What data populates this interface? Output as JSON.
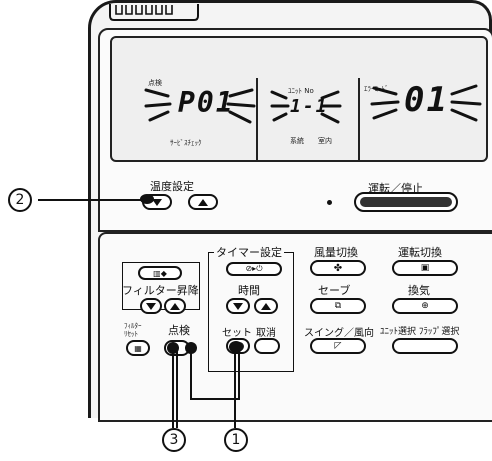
{
  "display": {
    "left_small_label": "点検",
    "main_left_code": "P01",
    "left_sub_label": "ｻｰﾋﾞｽﾁｪｯｸ",
    "unit_no_label": "ﾕﾆｯﾄ No",
    "unit_code": "1-1",
    "system_label": "系統",
    "indoor_label": "室内",
    "right_small_label": "ｴﾗｰｺｰﾄﾞ",
    "main_right_code": "01"
  },
  "upper_controls": {
    "temp_setting_label": "温度設定",
    "run_stop_label": "運転／停止"
  },
  "lower_controls": {
    "timer_setting_label": "タイマー設定",
    "timer_button_label": "⊘▸⏻",
    "time_label": "時間",
    "set_label": "セット",
    "cancel_label": "取消",
    "filter_lift_label": "フィルター昇降",
    "filter_reset_label": "ﾌｨﾙﾀｰ\nﾘｾｯﾄ",
    "check_label": "点検",
    "fan_speed_label": "風量切換",
    "save_label": "セーブ",
    "swing_label": "スイング／風向",
    "mode_label": "運転切換",
    "ventilation_label": "換気",
    "unit_select_label": "ﾕﾆｯﾄ選択 ﾌﾗｯﾌﾟ選択"
  },
  "callouts": {
    "callout_1": "1",
    "callout_2": "2",
    "callout_3": "3"
  }
}
